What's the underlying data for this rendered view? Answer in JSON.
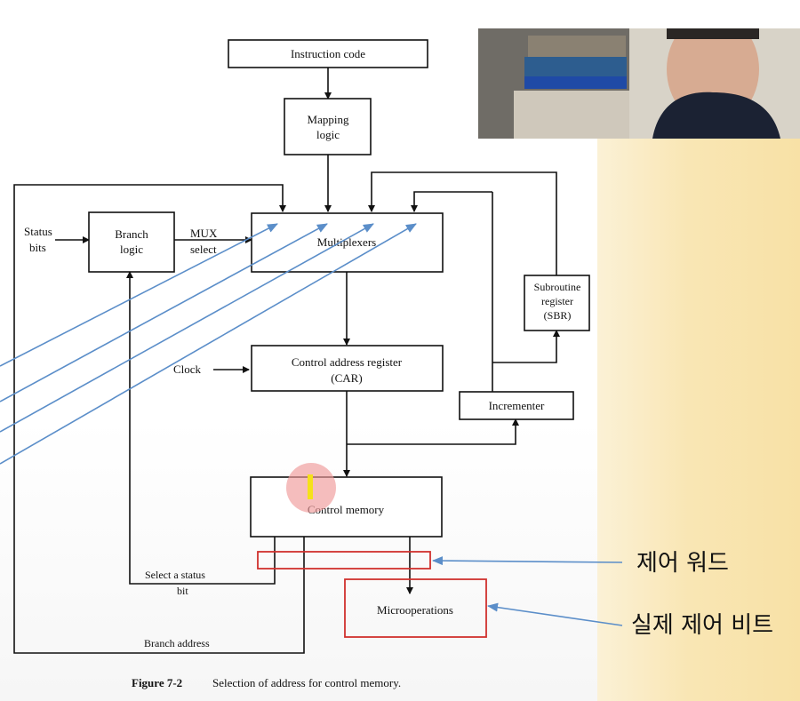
{
  "diagram": {
    "boxes": {
      "instruction_code": "Instruction code",
      "mapping_logic": [
        "Mapping",
        "logic"
      ],
      "branch_logic": [
        "Branch",
        "logic"
      ],
      "multiplexers": "Multiplexers",
      "subroutine_register": [
        "Subroutine",
        "register",
        "(SBR)"
      ],
      "car": [
        "Control address register",
        "(CAR)"
      ],
      "incrementer": "Incrementer",
      "control_memory": "Control memory",
      "microoperations": "Microoperations"
    },
    "labels": {
      "status_bits": [
        "Status",
        "bits"
      ],
      "mux_select": [
        "MUX",
        "select"
      ],
      "clock": "Clock",
      "select_status_bit": [
        "Select a status",
        "bit"
      ],
      "branch_address": "Branch address"
    },
    "caption": {
      "label": "Figure 7-2",
      "text": "Selection of address for control memory."
    }
  },
  "annotations": {
    "control_word": "제어 워드",
    "actual_control_bits": "실제 제어 비트"
  },
  "colors": {
    "annotation_red": "#d0312d",
    "arrow_blue": "#5b8ec9",
    "highlight_yellow": "#f5e11a",
    "cursor_pink": "#f09a9a"
  }
}
